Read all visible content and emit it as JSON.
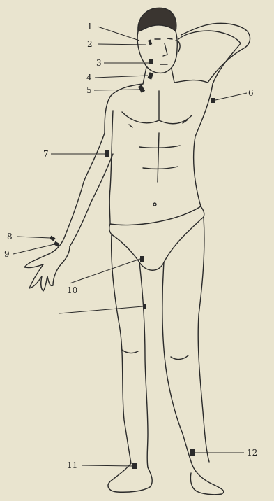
{
  "labels": [
    "1",
    "2",
    "3",
    "4",
    "5",
    "6",
    "7",
    "8",
    "9",
    "10",
    "11",
    "12"
  ],
  "colors": {
    "paper": "#e9e4cf",
    "ink": "#2a2a2a",
    "hair": "#3a3530"
  }
}
